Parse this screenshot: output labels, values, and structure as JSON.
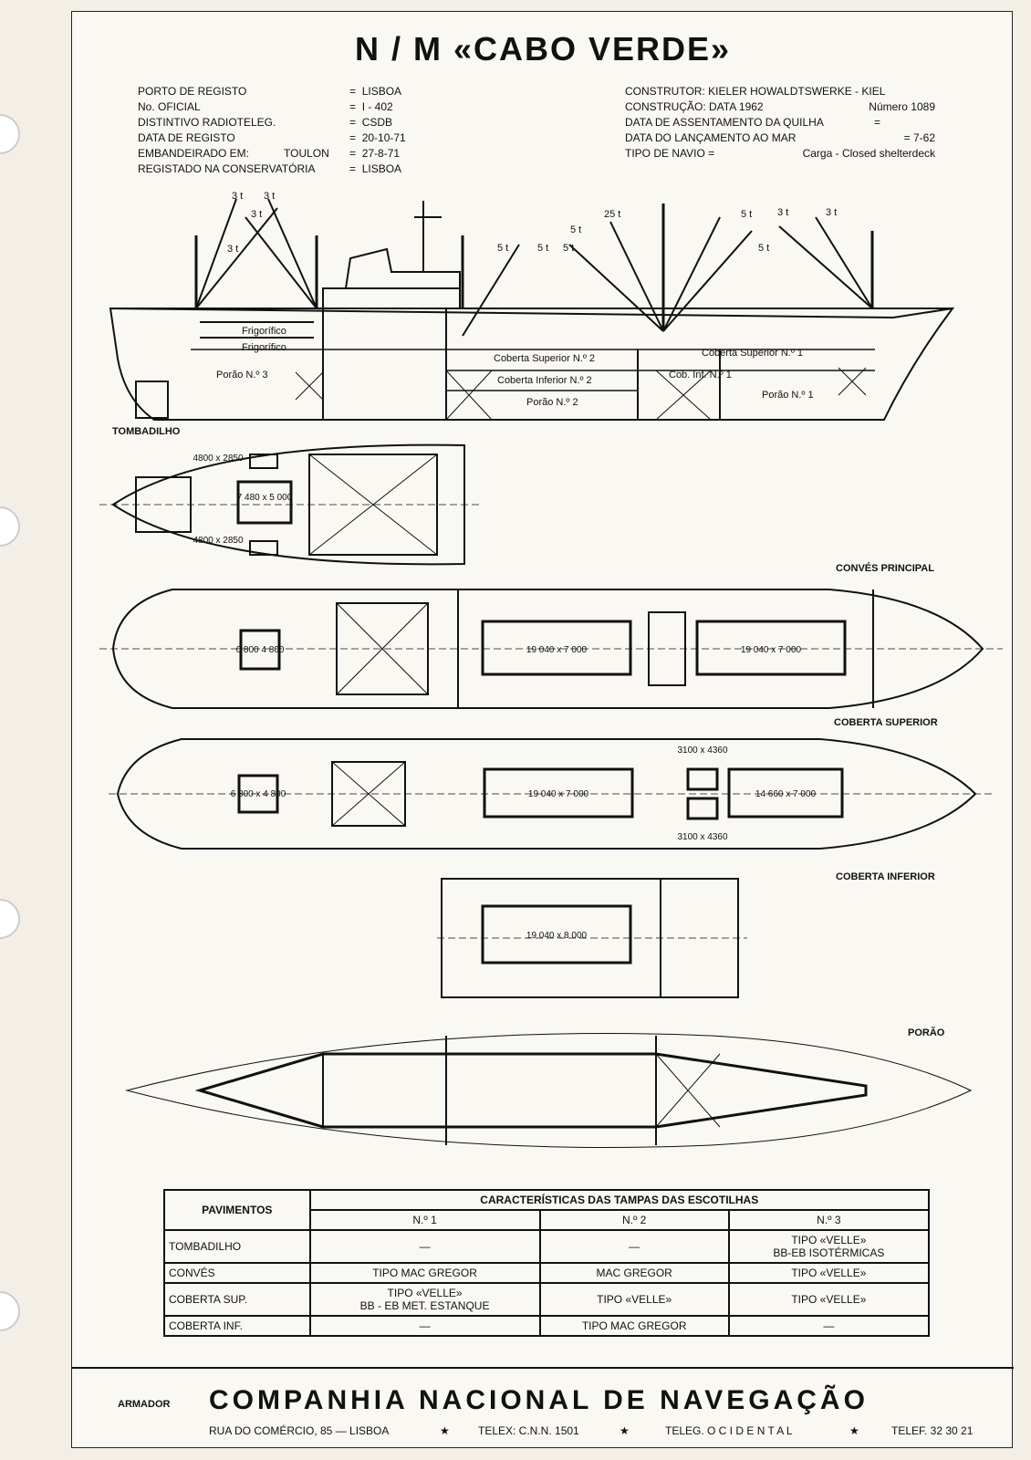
{
  "title": "N / M  «CABO VERDE»",
  "info_left": [
    {
      "label": "PORTO DE REGISTO",
      "value": "LISBOA"
    },
    {
      "label": "No. OFICIAL",
      "value": "I - 402"
    },
    {
      "label": "DISTINTIVO RADIOTELEG.",
      "value": "CSDB"
    },
    {
      "label": "DATA DE REGISTO",
      "value": "20-10-71"
    },
    {
      "label": "EMBANDEIRADO EM:",
      "extra": "TOULON",
      "value": "27-8-71"
    },
    {
      "label": "REGISTADO NA CONSERVATÓRIA",
      "value": "LISBOA"
    }
  ],
  "eq": "=",
  "info_right": [
    {
      "label": "CONSTRUTOR:  KIELER  HOWALDTSWERKE  -  KIEL",
      "value": ""
    },
    {
      "label": "CONSTRUÇÃO: DATA 1962",
      "value": "Número 1089"
    },
    {
      "label": "DATA DE ASSENTAMENTO DA QUILHA",
      "value": "="
    },
    {
      "label": "DATA DO LANÇAMENTO AO MAR",
      "value": "=        7-62"
    },
    {
      "label": "TIPO DE NAVIO  =",
      "value": "Carga - Closed shelterdeck"
    }
  ],
  "profile": {
    "cranes": [
      "3 t",
      "3 t",
      "3 t",
      "3 t",
      "5 t",
      "5 t",
      "5 t",
      "25 t",
      "5 t",
      "5 t",
      "5 t",
      "3 t",
      "3 t"
    ],
    "spaces": [
      "Frigorífico",
      "Frigorífico",
      "Porão N.º 3",
      "Coberta Superior N.º 2",
      "Coberta Inferior N.º 2",
      "Porão N.º 2",
      "Coberta Superior N.º 1",
      "Cob. Inf. N.º 1",
      "Porão N.º 1"
    ]
  },
  "decks": {
    "tombadilho": {
      "name": "TOMBADILHO",
      "hatches": [
        "4800 x 2850",
        "7 480 x 5 000",
        "4800 x 2850"
      ]
    },
    "conves": {
      "name": "CONVÉS PRINCIPAL",
      "hatches": [
        "6 800 4 800",
        "19 040 x 7 000",
        "19 040 x 7 000"
      ]
    },
    "coberta_sup": {
      "name": "COBERTA SUPERIOR",
      "hatches": [
        "6 800 x 4 800",
        "19 040 x 7 000",
        "3100 x 4360",
        "3100 x 4360",
        "14 660 x 7 000"
      ]
    },
    "coberta_inf": {
      "name": "COBERTA INFERIOR",
      "hatches": [
        "19 040 x 8 000"
      ]
    },
    "porao": {
      "name": "PORÃO"
    }
  },
  "table": {
    "col0": "PAVIMENTOS",
    "group": "CARACTERÍSTICAS DAS TAMPAS DAS ESCOTILHAS",
    "cols": [
      "N.º 1",
      "N.º 2",
      "N.º 3"
    ],
    "rows": [
      {
        "name": "TOMBADILHO",
        "c1": "—",
        "c2": "—",
        "c3a": "TIPO «VELLE»",
        "c3b": "BB-EB ISOTÉRMICAS"
      },
      {
        "name": "CONVÉS",
        "c1": "TIPO MAC GREGOR",
        "c2": "MAC GREGOR",
        "c3": "TIPO «VELLE»"
      },
      {
        "name": "COBERTA SUP.",
        "c1a": "TIPO «VELLE»",
        "c1b": "BB - EB MET. ESTANQUE",
        "c2": "TIPO «VELLE»",
        "c3": "TIPO «VELLE»"
      },
      {
        "name": "COBERTA INF.",
        "c1": "—",
        "c2": "TIPO MAC GREGOR",
        "c3": "—"
      }
    ]
  },
  "footer": {
    "armador": "ARMADOR",
    "company": "COMPANHIA NACIONAL DE NAVEGAÇÃO",
    "address": "RUA DO COMÉRCIO, 85 — LISBOA",
    "telex": "TELEX: C.N.N. 1501",
    "teleg": "TELEG.  O C I D E N T A L",
    "telef": "TELEF.  32 30 21",
    "star": "★"
  }
}
